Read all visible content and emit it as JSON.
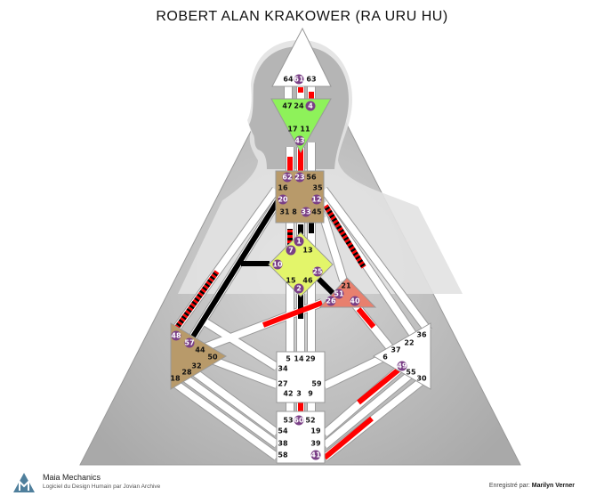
{
  "title": "ROBERT ALAN KRAKOWER (RA URU HU)",
  "footer": {
    "brand": "Maia Mechanics",
    "subtitle": "Logiciel du Design Humain par Jovian Archive",
    "recorded_label": "Enregistré par:",
    "recorded_name": "Marilyn Verner"
  },
  "colors": {
    "activation_red": "#ff0000",
    "activation_black": "#000000",
    "head": "#ffffff",
    "ajna": "#8ef25a",
    "throat": "#b89a6a",
    "g_center": "#e3f56a",
    "ego": "#e8806e",
    "spleen": "#b89a6a",
    "gate_circle": "#7a3f86"
  },
  "gates": {
    "1": "1",
    "2": "2",
    "3": "3",
    "4": "4",
    "5": "5",
    "6": "6",
    "7": "7",
    "8": "8",
    "9": "9",
    "10": "10",
    "11": "11",
    "12": "12",
    "13": "13",
    "14": "14",
    "15": "15",
    "16": "16",
    "17": "17",
    "18": "18",
    "19": "19",
    "20": "20",
    "21": "21",
    "22": "22",
    "23": "23",
    "24": "24",
    "25": "25",
    "26": "26",
    "27": "27",
    "28": "28",
    "29": "29",
    "30": "30",
    "31": "31",
    "32": "32",
    "33": "33",
    "34": "34",
    "35": "35",
    "36": "36",
    "37": "37",
    "38": "38",
    "39": "39",
    "40": "40",
    "41": "41",
    "42": "42",
    "43": "43",
    "44": "44",
    "45": "45",
    "46": "46",
    "47": "47",
    "48": "48",
    "49": "49",
    "50": "50",
    "51": "51",
    "52": "52",
    "53": "53",
    "54": "54",
    "55": "55",
    "56": "56",
    "57": "57",
    "58": "58",
    "59": "59",
    "60": "60",
    "61": "61",
    "62": "62",
    "63": "63",
    "64": "64"
  },
  "activated_gates": [
    "61",
    "4",
    "43",
    "62",
    "23",
    "20",
    "12",
    "33",
    "1",
    "7",
    "10",
    "25",
    "2",
    "51",
    "26",
    "40",
    "48",
    "57",
    "49",
    "60",
    "41"
  ]
}
